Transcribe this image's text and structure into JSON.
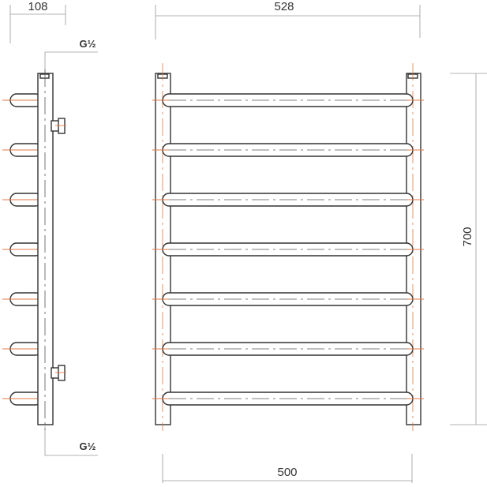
{
  "dimensions": {
    "depth": "108",
    "overall_width": "528",
    "center_distance": "500",
    "height": "700"
  },
  "connections": {
    "top": "G½",
    "bottom": "G½"
  },
  "rungs": 7,
  "colors": {
    "outline": "#333333",
    "axis": "#e07a45",
    "dimension_line": "#9a9a9a"
  }
}
